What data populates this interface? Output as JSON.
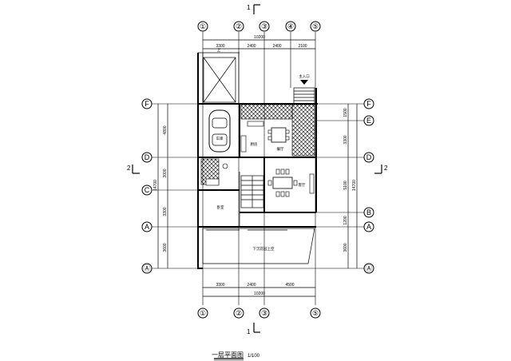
{
  "drawing": {
    "title": "一层平面图",
    "scale": "1/100"
  },
  "sections": {
    "s1_top": "1",
    "s1_bottom": "1",
    "s2_left": "2",
    "s2_right": "2"
  },
  "axes": {
    "vertical": [
      "①",
      "②",
      "③",
      "④",
      "⑤"
    ],
    "vertical_bottom": [
      "①",
      "②",
      "③",
      "⑤"
    ],
    "horizontal_left": [
      "F",
      "D",
      "C",
      "A",
      "Ⓐ"
    ],
    "horizontal_right": [
      "F",
      "E",
      "D",
      "B",
      "A",
      "Ⓐ"
    ]
  },
  "dimensions": {
    "top_total": "10200",
    "top_segments": [
      "3300",
      "2400",
      "2400",
      "2100"
    ],
    "bottom_total": "10200",
    "bottom_segments": [
      "3300",
      "2400",
      "4500"
    ],
    "left_segments": [
      "4800",
      "3000",
      "3300",
      "3600"
    ],
    "left_total": "14700",
    "right_segments": [
      "1500",
      "3300",
      "5100",
      "1200",
      "3600"
    ],
    "right_total": "14700"
  },
  "rooms": {
    "garage": "车库",
    "kitchen": "厨房",
    "dining": "餐厅",
    "living": "客厅",
    "bedroom": "卧室",
    "terrace": "下沉花园上空",
    "entrance": "主入口",
    "up_mark": "上"
  }
}
